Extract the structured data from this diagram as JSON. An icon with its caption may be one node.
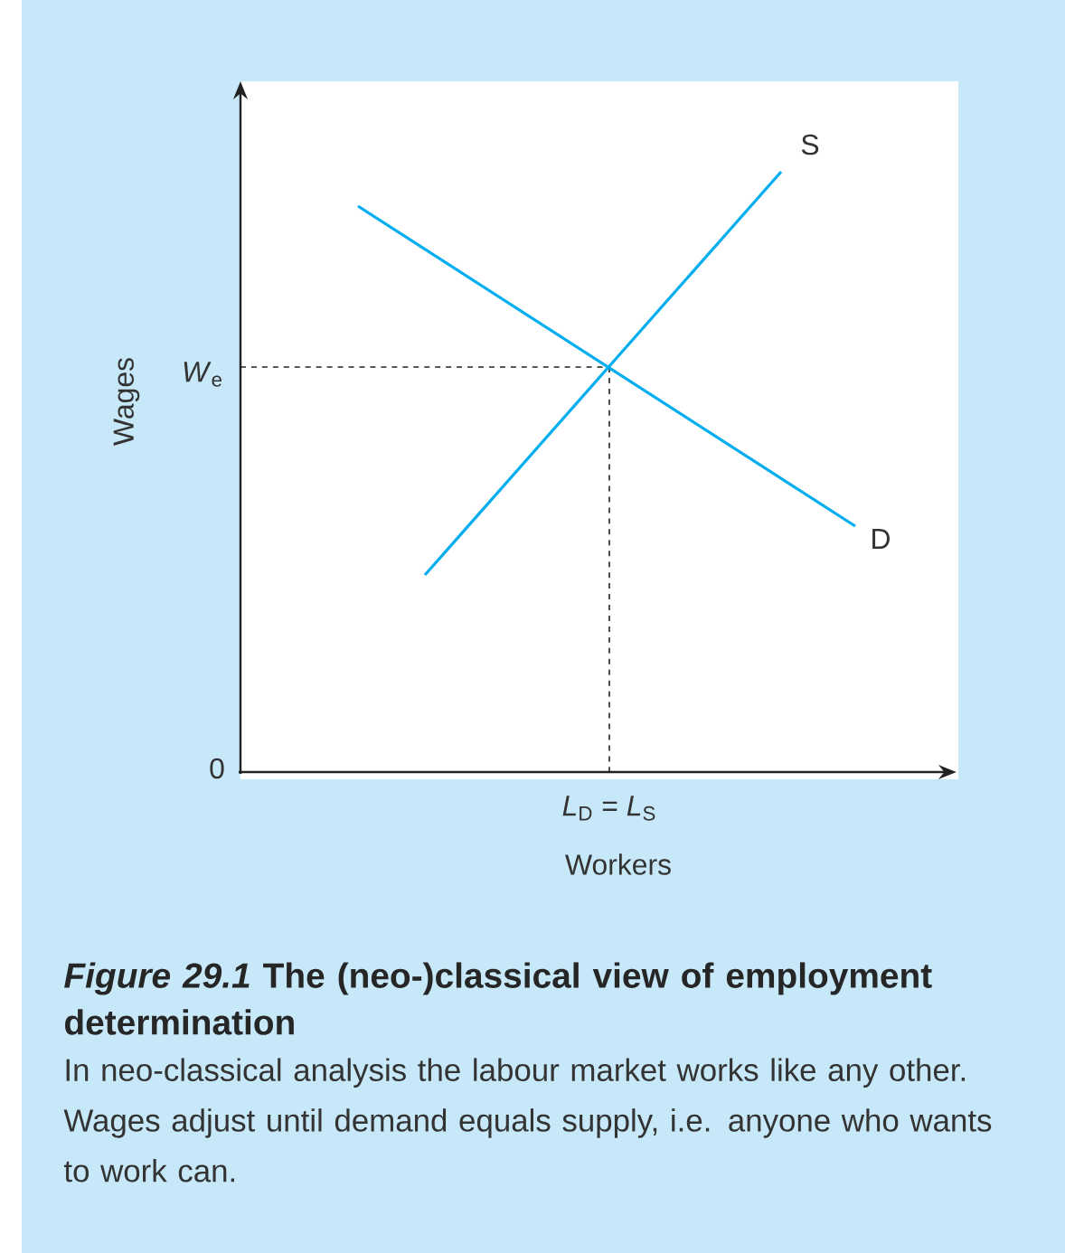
{
  "diagram": {
    "title": "*Figure 29.1* The (neo-)classical view of employment determination",
    "caption": "In neo-classical analysis the labour market works like any other. Wages adjust until demand equals supply, i.e. anyone who wants to work can.",
    "labels": [
      "S",
      "Wages",
      "*W*$_{e}$",
      "D",
      "0",
      "*L*$_{D}$ = *L*$_{S}$",
      "Workers"
    ]
  }
}
